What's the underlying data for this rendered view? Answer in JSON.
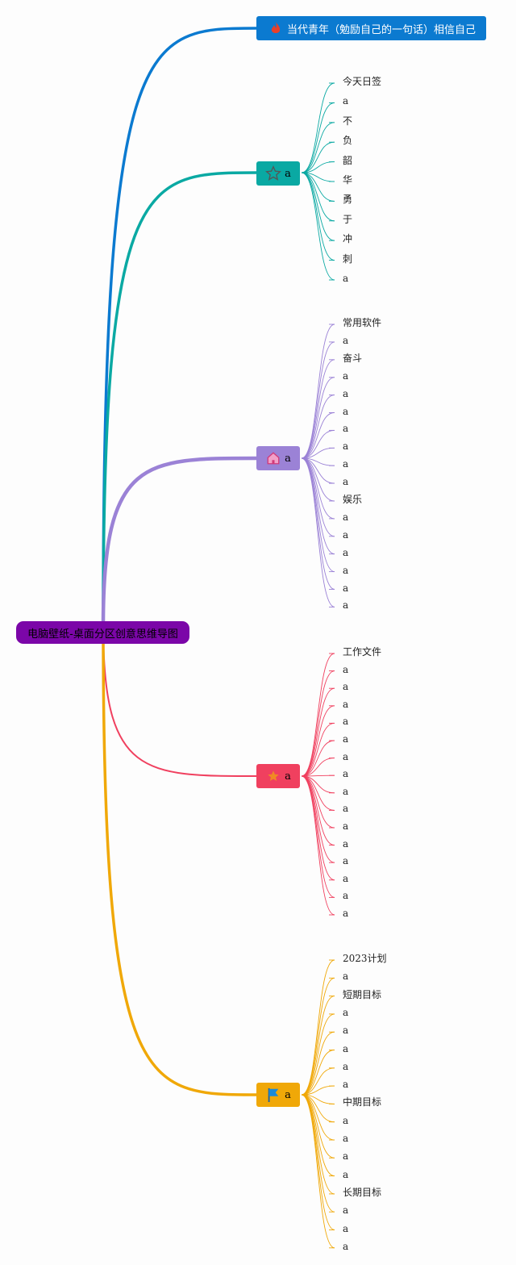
{
  "root": {
    "label": "电脑壁纸-桌面分区创意思维导图",
    "color": "#7b06a8"
  },
  "branches": [
    {
      "key": "b0",
      "label": "当代青年（勉励自己的一句话）相信自己",
      "color": "#0b7ad0",
      "icon": "fire-icon",
      "children": []
    },
    {
      "key": "b1",
      "label": "a",
      "color": "#0aa9a3",
      "icon": "star-outline-icon",
      "children": [
        "今天日签",
        "a",
        "不",
        "负",
        "韶",
        "华",
        "勇",
        "于",
        "冲",
        "刺",
        "a"
      ]
    },
    {
      "key": "b2",
      "label": "a",
      "color": "#9b82d6",
      "icon": "home-icon",
      "children": [
        "常用软件",
        "a",
        "奋斗",
        "a",
        "a",
        "a",
        "a",
        "a",
        "a",
        "a",
        "娱乐",
        "a",
        "a",
        "a",
        "a",
        "a",
        "a"
      ]
    },
    {
      "key": "b3",
      "label": "a",
      "color": "#f0405f",
      "icon": "star-filled-icon",
      "children": [
        "工作文件",
        "a",
        "a",
        "a",
        "a",
        "a",
        "a",
        "a",
        "a",
        "a",
        "a",
        "a",
        "a",
        "a",
        "a",
        "a"
      ]
    },
    {
      "key": "b4",
      "label": "a",
      "color": "#f0a808",
      "icon": "flag-icon",
      "children": [
        "2023计划",
        "a",
        "短期目标",
        "a",
        "a",
        "a",
        "a",
        "a",
        "中期目标",
        "a",
        "a",
        "a",
        "a",
        "长期目标",
        "a",
        "a",
        "a"
      ]
    }
  ]
}
